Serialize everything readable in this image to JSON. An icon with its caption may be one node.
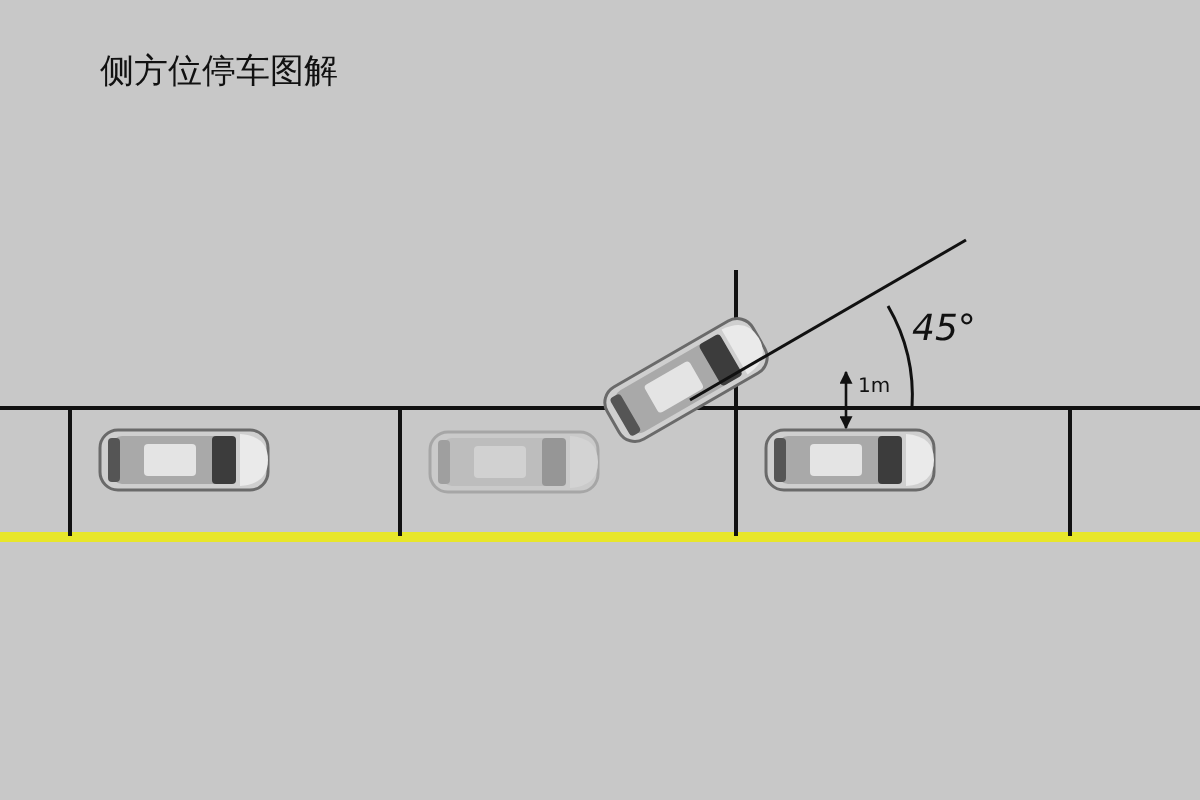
{
  "diagram": {
    "title": "侧方位停车图解",
    "labels": [
      "45°",
      "1m"
    ]
  }
}
